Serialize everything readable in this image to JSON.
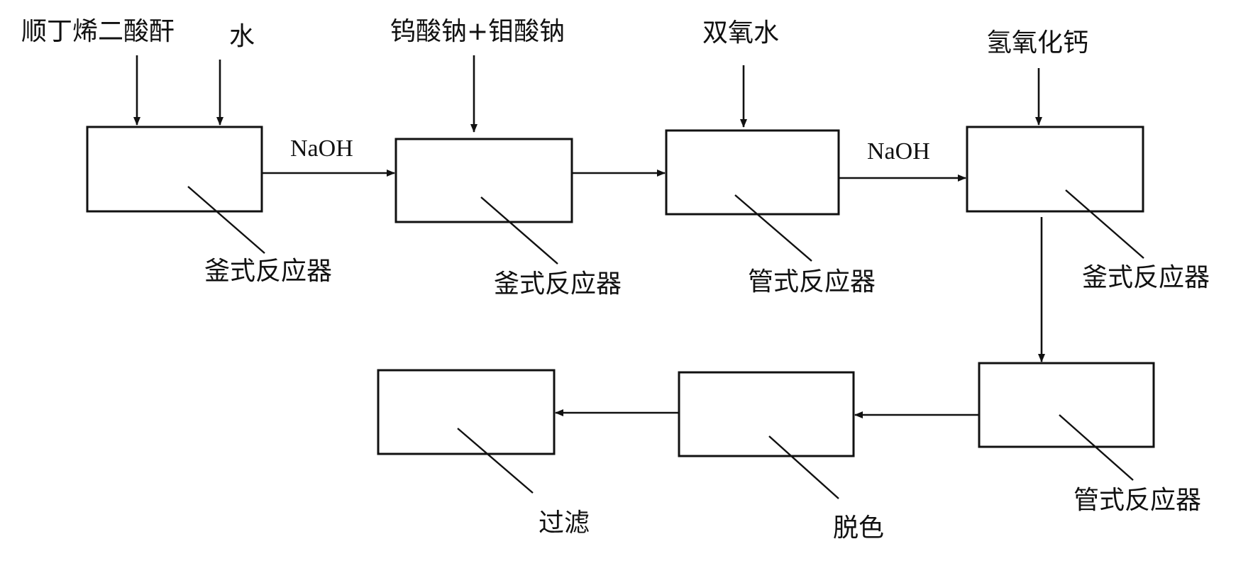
{
  "inputs": {
    "maleic_anhydride": "顺丁烯二酸酐",
    "water": "水",
    "catalyst": "钨酸钠+钼酸钠",
    "hydrogen_peroxide": "双氧水",
    "calcium_hydroxide": "氢氧化钙"
  },
  "flow_labels": {
    "naoh_1": "NaOH",
    "naoh_2": "NaOH"
  },
  "equipment": {
    "reactor_1": "釜式反应器",
    "reactor_2": "釜式反应器",
    "reactor_3": "管式反应器",
    "reactor_4": "釜式反应器",
    "reactor_5": "管式反应器",
    "decolorize": "脱色",
    "filter": "过滤"
  }
}
